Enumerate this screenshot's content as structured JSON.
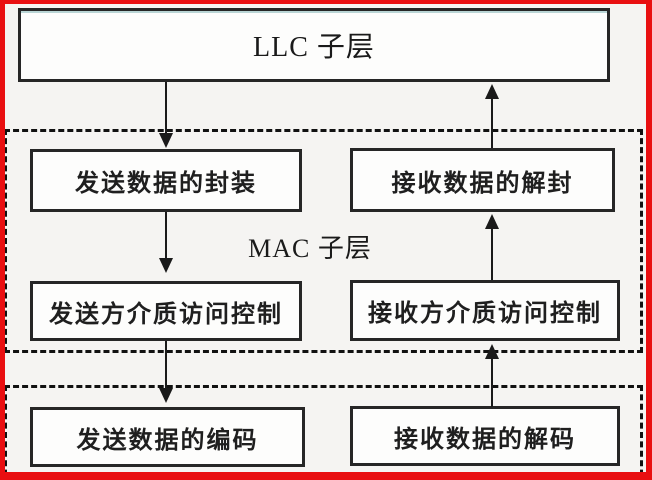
{
  "diagram": {
    "title": "LLC / MAC sublayer data flow diagram",
    "llc_box": {
      "label": "LLC 子层"
    },
    "mac_region": {
      "label": "MAC 子层"
    },
    "boxes": {
      "encapsulate": {
        "label": "发送数据的封装"
      },
      "decapsulate": {
        "label": "接收数据的解封"
      },
      "send_mac": {
        "label": "发送方介质访问控制"
      },
      "recv_mac": {
        "label": "接收方介质访问控制"
      },
      "encode": {
        "label": "发送数据的编码"
      },
      "decode": {
        "label": "接收数据的解码"
      }
    },
    "arrows": [
      {
        "name": "llc-to-encapsulate",
        "direction": "down"
      },
      {
        "name": "decapsulate-to-llc",
        "direction": "up"
      },
      {
        "name": "encapsulate-to-send-mac",
        "direction": "down"
      },
      {
        "name": "recv-mac-to-decapsulate",
        "direction": "up"
      },
      {
        "name": "send-mac-to-encode",
        "direction": "down"
      },
      {
        "name": "decode-to-recv-mac",
        "direction": "up"
      }
    ],
    "colors": {
      "frame_red": "#e90f11",
      "line_black": "#1a1a1a",
      "background": "#f5f4f2",
      "box_fill": "#fdfdfc"
    }
  }
}
